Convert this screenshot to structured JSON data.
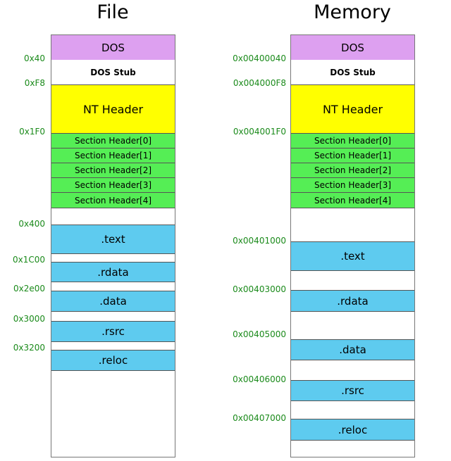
{
  "file": {
    "title": "File",
    "blocks": {
      "dos": "DOS",
      "stub": "DOS Stub",
      "nt": "NT Header",
      "sec0": "Section Header[0]",
      "sec1": "Section Header[1]",
      "sec2": "Section Header[2]",
      "sec3": "Section Header[3]",
      "sec4": "Section Header[4]",
      "text": ".text",
      "rdata": ".rdata",
      "data": ".data",
      "rsrc": ".rsrc",
      "reloc": ".reloc"
    },
    "offsets": {
      "stub": "0x40",
      "nt": "0xF8",
      "sec": "0x1F0",
      "text": "0x400",
      "rdata": "0x1C00",
      "data": "0x2e00",
      "rsrc": "0x3000",
      "reloc": "0x3200"
    }
  },
  "memory": {
    "title": "Memory",
    "blocks": {
      "dos": "DOS",
      "stub": "DOS Stub",
      "nt": "NT Header",
      "sec0": "Section Header[0]",
      "sec1": "Section Header[1]",
      "sec2": "Section Header[2]",
      "sec3": "Section Header[3]",
      "sec4": "Section Header[4]",
      "text": ".text",
      "rdata": ".rdata",
      "data": ".data",
      "rsrc": ".rsrc",
      "reloc": ".reloc"
    },
    "offsets": {
      "stub": "0x00400040",
      "nt": "0x004000F8",
      "sec": "0x004001F0",
      "text": "0x00401000",
      "rdata": "0x00403000",
      "data": "0x00405000",
      "rsrc": "0x00406000",
      "reloc": "0x00407000"
    }
  },
  "colors": {
    "dos": "#dda0f0",
    "nt": "#ffff00",
    "section_header": "#55ee55",
    "section": "#5ecbef",
    "offset_text": "#1a8a1a"
  }
}
